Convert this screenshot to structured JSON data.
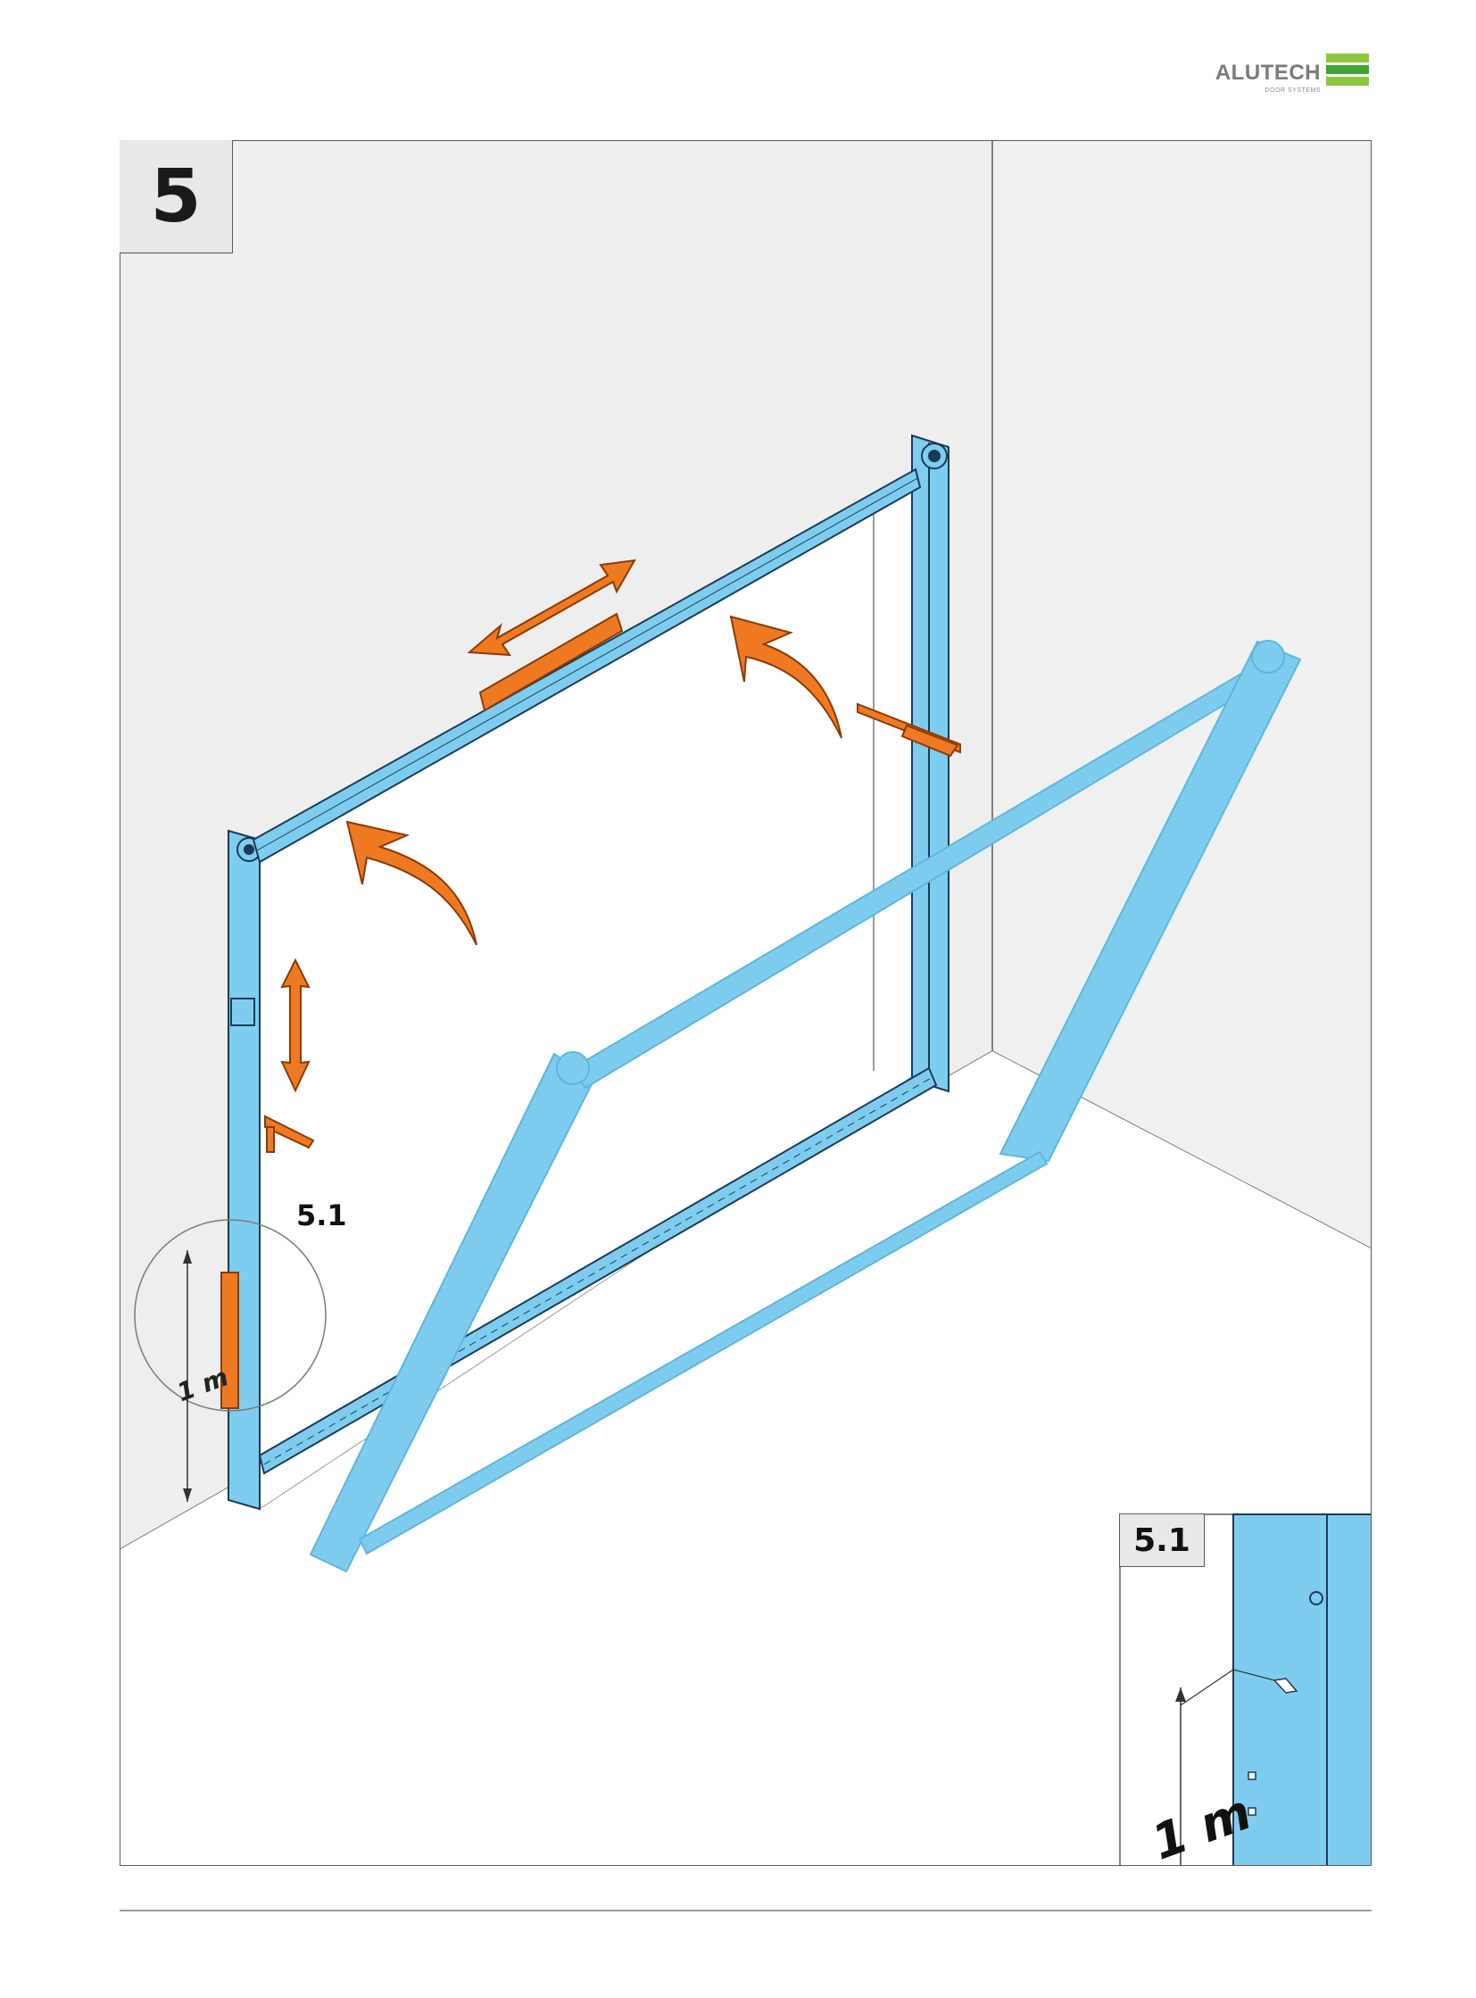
{
  "brand": {
    "name": "ALUTECH",
    "tagline": "DOOR SYSTEMS",
    "colors": {
      "green_light": "#8cc63f",
      "green_dark": "#3fa535",
      "grey": "#7a7a7a"
    }
  },
  "step": {
    "number": "5"
  },
  "callout": {
    "label": "5.1",
    "height": "1 m"
  },
  "detail": {
    "title": "5.1",
    "height": "1 m"
  },
  "colors": {
    "frame_blue": "#7fcdee",
    "frame_outline": "#1b3b55",
    "accent_orange": "#f07a22",
    "wall": "#eeeeee",
    "line": "#5a5a5a"
  },
  "icons": [
    "horizontal-double-arrow-icon",
    "vertical-double-arrow-icon",
    "curved-arrow-icon",
    "spirit-level-icon"
  ]
}
